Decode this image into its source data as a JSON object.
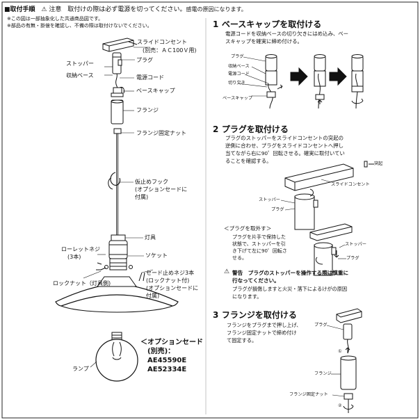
{
  "header": {
    "title": "■取付手順",
    "caution_mark": "⚠",
    "caution_label": "注意",
    "caution_text": "取付けの際は必ず電源を切ってください。",
    "caution_tail": "感電の原因になります。"
  },
  "notes": [
    "※この図は一部抽象化した共通商品図です。",
    "※部品の有無・掛億を確認し、不備の際は取付けないでください。"
  ],
  "left_labels": {
    "slide_outlet": "スライドコンセント",
    "slide_outlet_sub": "(別売：ＡＣ100Ｖ用)",
    "stopper": "ストッパー",
    "plug": "プラグ",
    "storage_base": "収納ベース",
    "power_cord": "電源コード",
    "base_cap": "ベースキャップ",
    "flange": "フランジ",
    "flange_nut": "フランジ固定ナット",
    "hook": "仮止めフック",
    "hook_sub1": "(オプションセードに",
    "hook_sub2": "付属)",
    "fixture": "灯具",
    "knurled_screw": "ローレットネジ",
    "knurled_screw_count": "(3本)",
    "socket": "ソケット",
    "shade_screw": "セード止めネジ3本",
    "shade_screw_sub1": "(ロックナット付)",
    "shade_screw_sub2": "(オプションセードに",
    "shade_screw_sub3": "付属)",
    "lock_nut": "ロックナット（灯具側)",
    "option_shade": "＜オプションセード",
    "option_shade_sub": "(別売)：",
    "model_1": "AE45590E",
    "model_2": "AE52334E",
    "lamp": "ランプ"
  },
  "step1": {
    "num": "1",
    "title": "ベースキャップを取付ける",
    "text": "電源コードを収納ベースの切り欠きにはめ込み、ベー\nスキャップを確実に締め付ける。",
    "labels": [
      "プラグ",
      "収納ベース",
      "電源コード",
      "切り欠き",
      "ベースキャップ"
    ]
  },
  "step2": {
    "num": "2",
    "title": "プラグを取付ける",
    "text": "プラグのストッパーをスライドコンセントの突起の\n逆側に合わせ、プラグをスライドコンセントへ押し\n当てながら右に90゜回転させる。確実に取付いてい\nることを確認する。",
    "protrusion": "突起",
    "slide_outlet": "スライドコンセント",
    "stopper": "ストッパー",
    "plug": "プラグ",
    "remove_title": "＜プラグを取外す＞",
    "remove_text": "プラグを片手で保持した\n状態で、ストッパーを引\nき下げて左に90゜回転さ\nせる。",
    "remove_stopper": "ストッパー",
    "remove_plug": "プラグ",
    "warning": "警告　プラグのストッパーを操作する際は慎重に\n行なってください。",
    "warning_text": "プラグが損傷しますと火災・落下によるけがの原因\nになります。"
  },
  "step3": {
    "num": "3",
    "title": "フランジを取付ける",
    "text": "フランジをプラグまで押し上げ、\nフランジ固定ナットで締め付け\nて固定する。",
    "plug": "プラグ",
    "flange": "フランジ",
    "flange_nut": "フランジ固定ナット",
    "step_a": "①",
    "step_b": "②"
  }
}
